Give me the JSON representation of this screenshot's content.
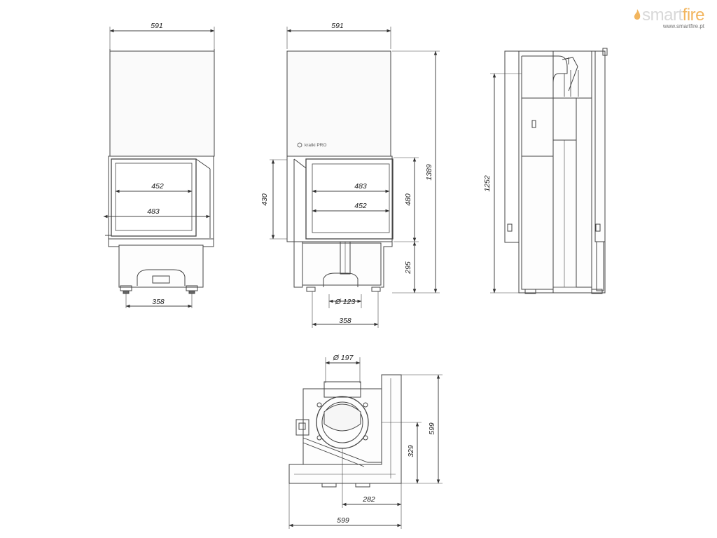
{
  "brand": {
    "name_main": "smart",
    "name_accent": "fire",
    "url": "www.smartfire.pt",
    "colors": {
      "main": "#d8d8d8",
      "accent": "#f2b55e"
    }
  },
  "front_view": {
    "width_top": "591",
    "glass_inner": "452",
    "glass_outer": "483",
    "base_width": "358"
  },
  "corner_view": {
    "width_top": "591",
    "height_total": "1389",
    "door_height": "430",
    "side_height": "480",
    "base_height": "295",
    "glass_outer": "483",
    "glass_inner": "452",
    "flue_diameter": "Ø 123",
    "base_width": "358",
    "logo_text": "kratki PRO"
  },
  "side_view": {
    "height": "1252"
  },
  "top_view": {
    "flue_diameter": "Ø 197",
    "depth_total": "599",
    "depth_partial": "329",
    "offset": "282",
    "width_total": "599"
  }
}
